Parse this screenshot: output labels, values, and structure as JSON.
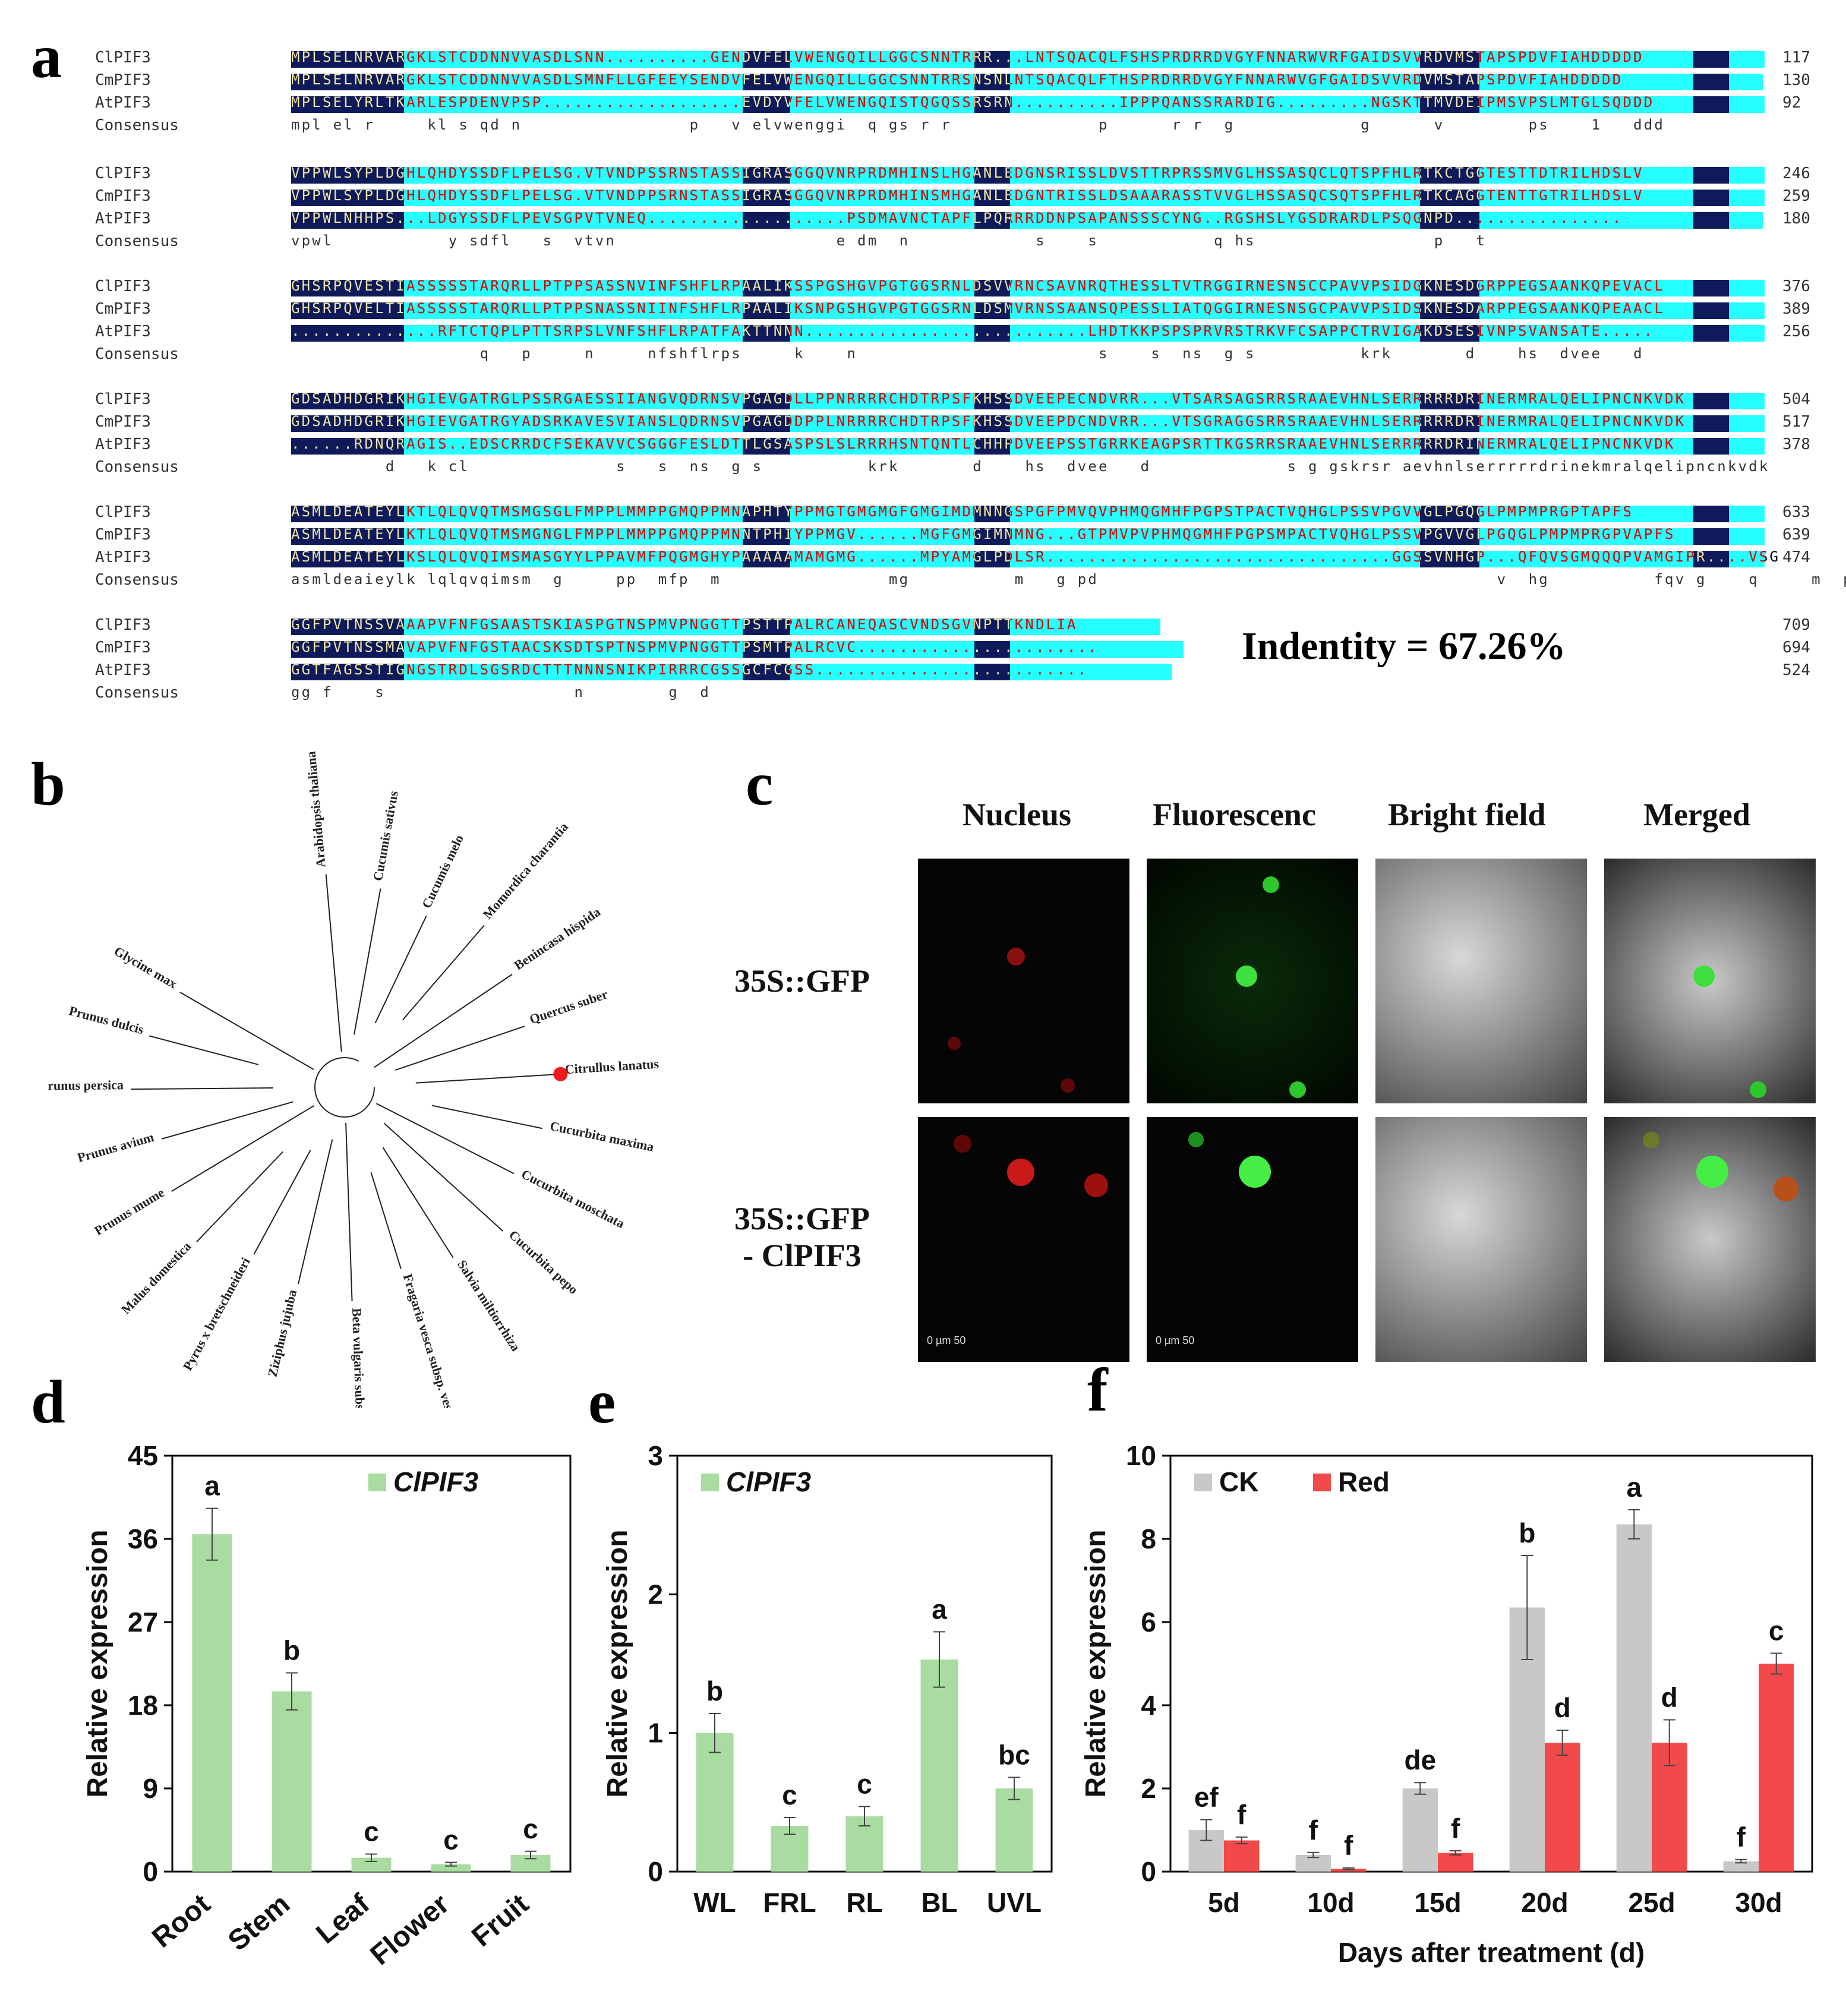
{
  "panels": {
    "a": "a",
    "b": "b",
    "c": "c",
    "d": "d",
    "e": "e",
    "f": "f"
  },
  "alignment": {
    "identity": "Indentity = 67.26%",
    "blocks": [
      {
        "rows": [
          {
            "name": "ClPIF3",
            "seq": "MPLSELNRVARGKLSTCDDNNVVASDLSNN..........GENDVFELVWENGQILLGGCSNNTRRR...LNTSQACQLFSHSPRDRRDVGYFNNARWVRFGAIDSVVRDVMSTAPSPDVFIAHDDDDD",
            "num": "117"
          },
          {
            "name": "CmPIF3",
            "seq": "MPLSELNRVARGKLSTCDDNNVVASDLSMNFLLGFEEYSENDVFELVWENGQILLGGCSNNTRRSNSNLNTSQACQLFTHSPRDRRDVGYFNNARWVGFGAIDSVVRDVMSTAPSPDVFIAHDDDDD",
            "num": "130"
          },
          {
            "name": "AtPIF3",
            "seq": "MPLSELYRLTKARLESPDENVPSP...................EVDYVFELVWENGQISTQGQSSRSRN..........IPPPQANSSRARDIG.........NGSKTTMVDEIPMSVPSLMTGLSQDDD",
            "num": "92"
          },
          {
            "name": "Consensus",
            "seq": "mpl el r     kl s qd n                p   v elvwenggi  q gs r r              p      r r  g            g      v        ps    1   ddd",
            "num": "",
            "consensus": true
          }
        ]
      },
      {
        "rows": [
          {
            "name": "ClPIF3",
            "seq": "VPPWLSYPLDGHLQHDYSSDFLPELSG.VTVNDPSSRNSTASSIGRASGGQVNRPRDMHINSLHGANLEDGNSRISSLDVSTTRPRSSMVGLHSSASQCLQTSPFHLRTKCTGGTESTTDTRILHDSLV",
            "num": "246"
          },
          {
            "name": "CmPIF3",
            "seq": "VPPWLSYPLDGHLQHDYSSDFLPELSG.VTVNDPPSRNSTASSIGRASGGQVNRPRDMHINSMHGANLEDGNTRISSLDSAAARASSTVVGLHSSASQCSQTSPFHLRTKCAGGTENTTGTRILHDSLV",
            "num": "259"
          },
          {
            "name": "AtPIF3",
            "seq": "VPPWLNHHPS...LDGYSSDFLPEVSGPVTVNEQ...................PSDMAVNCTAPFLPQRRRDDNPSAPANSSSCYNG..RGSHSLYGSDRARDLPSQGNPD................",
            "num": "180"
          },
          {
            "name": "Consensus",
            "seq": "vpwl           y sdfl   s  vtvn                     e dm  n            s    s           q hs                 p   t",
            "num": "",
            "consensus": true
          }
        ]
      },
      {
        "rows": [
          {
            "name": "ClPIF3",
            "seq": "GHSRPQVESTIASSSSSTARQRLLPTPPSASSNVINFSHFLRPAALIKSSPGSHGVPGTGGSRNLDSVVRNCSAVNRQTHESSLTVTRGGIRNESNSCCPAVVPSIDGKNESDGRPPEGSAANKQPEVACL",
            "num": "376"
          },
          {
            "name": "CmPIF3",
            "seq": "GHSRPQVELTIASSSSSTARQRLLPTPPSNASSNIINFSHFLRPAALIKSNPGSHGVPGTGGSRNLDSMVRNSSAANSQPESSLIATQGGIRNESNSGCPAVVPSIDSKNESDARPPEGSAANKQPEAACL",
            "num": "389"
          },
          {
            "name": "AtPIF3",
            "seq": "..............RFTCTQPLPTTSRPSLVNFSHFLRPATFAKTTNNN...........................LHDTKKPSPSPRVRSTRKVFCSAPPCTRVIGAKDSESIVNPSVANSATE.....",
            "num": "256"
          },
          {
            "name": "Consensus",
            "seq": "                  q   p     n     nfshflrps     k    n                       s    s  ns  g s          krk       d    hs  dvee   d",
            "num": "",
            "consensus": true
          }
        ]
      },
      {
        "rows": [
          {
            "name": "ClPIF3",
            "seq": "GDSADHDGRIKHGIEVGATRGLPSSRGAESSIIANGVQDRNSVPGAGDLLPPNRRRRCHDTRPSFKHSSDVEEPECNDVRR...VTSARSAGSRRSRAAEVHNLSERRRRRDRINERMRALQELIPNCNKVDK",
            "num": "504"
          },
          {
            "name": "CmPIF3",
            "seq": "GDSADHDGRIKHGIEVGATRGYADSRKAVESVIANSLQDRNSVPGAGDDPPLNRRRRCHDTRPSFKHSSDVEEPDCNDVRR...VTSGRAGGSRRSRAAEVHNLSERRRRRDRINERMRALQELIPNCNKVDK",
            "num": "517"
          },
          {
            "name": "AtPIF3",
            "seq": "......RDNQRAGIS..EDSCRRDCFSEKAVVCSGGGFESLDTTLGSASPSLSLRRRHSNTQNTLCHHPDVEEPSSTGRRKEAGPSRTTKGSRRSRAAEVHNLSERRRRRDRINERMRALQELIPNCNKVDK",
            "num": "378"
          },
          {
            "name": "Consensus",
            "seq": "         d   k cl              s   s  ns  g s          krk       d    hs  dvee   d             s g gskrsr aevhnlserrrrrdrinekmralqelipncnkvdk",
            "num": "",
            "consensus": true
          }
        ]
      },
      {
        "rows": [
          {
            "name": "ClPIF3",
            "seq": "ASMLDEATEYLKTLQLQVQTMSMGSGLFMPPLMMPPGMQPPMNAPHTYPPMGTGMGMGFGMGIMDMNNGSPGFPMVQVPHMQGMHFPGPSTPACTVQHGLPSSVPGVVGLPGQGLPMPMPRGPTAPFS",
            "num": "633"
          },
          {
            "name": "CmPIF3",
            "seq": "ASMLDEATEYLKTLQLQVQTMSMGNGLFMPPLMMPPGMQPPMNNTPHIYPPMGV......MGFGMGIMNMNG...GTPMVPVPHMQGMHFPGPSMPACTVQHGLPSSVPGVVGLPGQGLPMPMPRGPVAPFS",
            "num": "639"
          },
          {
            "name": "AtPIF3",
            "seq": "ASMLDEATEYLKSLQLQVQIMSMASGYYLPPAVMFPQGMGHYPAAAAAMAMGMG......MPYAMGLPDLSR.................................GGSSVNHGP...QFQVSGMQQQPVAMGIPR....VSG",
            "num": "474"
          },
          {
            "name": "Consensus",
            "seq": "asmldeaieylk lqlqvqimsm  g     pp  mfp  m                mg          m   g pd                                      v  hg          fqv g    q     m  pr",
            "num": "",
            "consensus": true
          }
        ]
      },
      {
        "rows": [
          {
            "name": "ClPIF3",
            "seq": "GGFPVTNSSVAAAPVFNFGSAASTSKIASPGTNSPMVPNGGTTPSTTPALRCANEQASCVNDSGVNPTTKNDLIA",
            "num": "709"
          },
          {
            "name": "CmPIF3",
            "seq": "GGFPVTNSSMAVAPVFNFGSTAACSKSDTSPTNSPMVPNGGTTPSMTPALRCVC.......................",
            "num": "694"
          },
          {
            "name": "AtPIF3",
            "seq": "GGTFAGSSTIGNGSTRDLSGSRDCTTTNNNSNIKPIRRRCGSSGCFCGSS..........................",
            "num": "524"
          },
          {
            "name": "Consensus",
            "seq": "gg f    s                  n        g  d",
            "num": "",
            "consensus": true
          }
        ]
      }
    ]
  },
  "tree": {
    "species": [
      "Arabidopsis thaliana",
      "Cucumis sativus",
      "Cucumis melo",
      "Momordica charantia",
      "Benincasa hispida",
      "Quercus suber",
      "Citrullus lanatus",
      "Cucurbita maxima",
      "Cucurbita moschata",
      "Cucurbita pepo",
      "Salvia miltiorrhiza",
      "Fragaria vesca subsp. vesca",
      "Beta vulgaris subsp. vulgaris",
      "Ziziphus jujuba",
      "Pyrus x bretschneideri",
      "Malus domestica",
      "Prunus mume",
      "Prunus avium",
      "Prunus persica",
      "Prunus dulcis",
      "Glycine max"
    ],
    "highlight_color": "#ee1c1c"
  },
  "microscopy": {
    "columns": [
      "Nucleus",
      "Fluorescenc",
      "Bright field",
      "Merged"
    ],
    "rows": [
      "35S::GFP",
      "35S::GFP\n- ClPIF3"
    ],
    "scale_label": "0    µm    50"
  },
  "chart_data": [
    {
      "type": "bar",
      "panel": "d",
      "ylabel": "Relative expression",
      "legend": "ClPIF3",
      "categories": [
        "Root",
        "Stem",
        "Leaf",
        "Flower",
        "Fruit"
      ],
      "values": [
        36.5,
        19.5,
        1.5,
        0.8,
        1.8
      ],
      "errors": [
        2.8,
        2.0,
        0.4,
        0.2,
        0.4
      ],
      "letters": [
        "a",
        "b",
        "c",
        "c",
        "c"
      ],
      "yticks": [
        0,
        9,
        18,
        27,
        36,
        45
      ],
      "ylim": [
        0,
        45
      ],
      "color": "#a9dca0"
    },
    {
      "type": "bar",
      "panel": "e",
      "ylabel": "Relative expression",
      "legend": "ClPIF3",
      "categories": [
        "WL",
        "FRL",
        "RL",
        "BL",
        "UVL"
      ],
      "values": [
        1.0,
        0.33,
        0.4,
        1.53,
        0.6
      ],
      "errors": [
        0.14,
        0.06,
        0.07,
        0.2,
        0.08
      ],
      "letters": [
        "b",
        "c",
        "c",
        "a",
        "bc"
      ],
      "yticks": [
        0,
        1,
        2,
        3
      ],
      "ylim": [
        0,
        3
      ],
      "color": "#a9dca0"
    },
    {
      "type": "bar",
      "panel": "f",
      "ylabel": "Relative expression",
      "xlabel": "Days after treatment (d)",
      "categories": [
        "5d",
        "10d",
        "15d",
        "20d",
        "25d",
        "30d"
      ],
      "series": [
        {
          "name": "CK",
          "values": [
            1.0,
            0.4,
            2.0,
            6.35,
            8.35,
            0.25
          ],
          "errors": [
            0.25,
            0.06,
            0.14,
            1.25,
            0.35,
            0.04
          ],
          "letters": [
            "ef",
            "f",
            "de",
            "b",
            "a",
            "f"
          ],
          "color": "#c8c8c8"
        },
        {
          "name": "Red",
          "values": [
            0.75,
            0.07,
            0.45,
            3.1,
            3.1,
            5.0
          ],
          "errors": [
            0.08,
            0.02,
            0.05,
            0.3,
            0.55,
            0.25
          ],
          "letters": [
            "f",
            "f",
            "f",
            "d",
            "d",
            "c"
          ],
          "color": "#f24a4a"
        }
      ],
      "yticks": [
        0,
        2,
        4,
        6,
        8,
        10
      ],
      "ylim": [
        0,
        10
      ]
    }
  ]
}
